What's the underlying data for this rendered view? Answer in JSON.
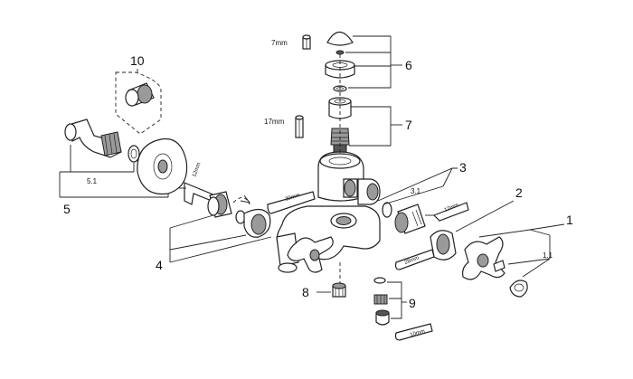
{
  "callouts": {
    "n1": "1",
    "n1_1": "1.1",
    "n2": "2",
    "n3": "3",
    "n3_1": "3.1",
    "n4": "4",
    "n5": "5",
    "n5_1": "5.1",
    "n6": "6",
    "n7": "7",
    "n8": "8",
    "n9": "9",
    "n10": "10"
  },
  "tool_sizes": {
    "hex_7mm": "7mm",
    "hex_17mm": "17mm",
    "key_12mm_left": "12mm",
    "wrench_30mm": "30mm",
    "wrench_12mm_right": "12mm",
    "wrench_28mm": "28mm",
    "wrench_10mm": "10mm"
  }
}
